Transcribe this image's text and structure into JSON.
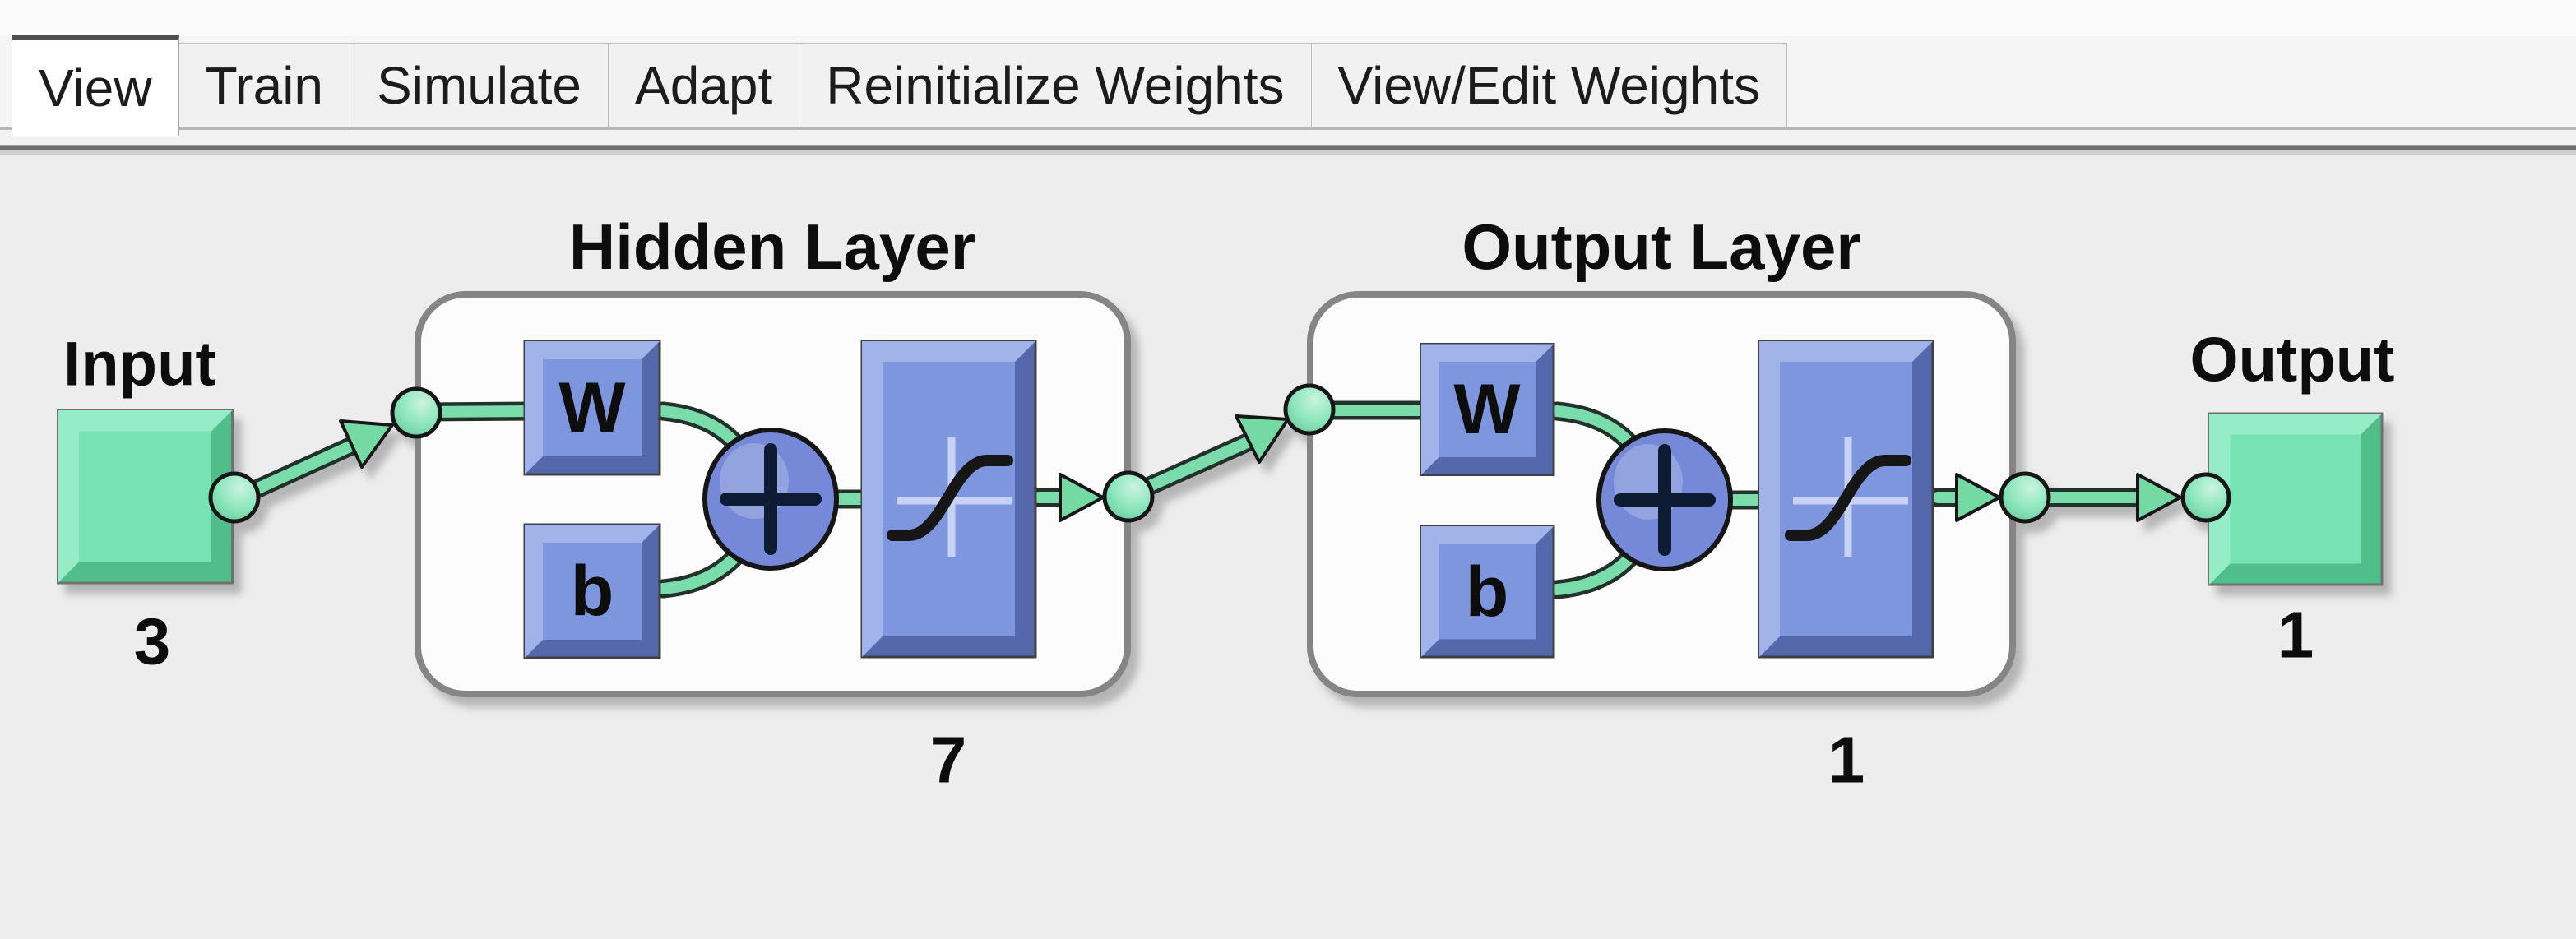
{
  "window": {
    "background": "#ededed"
  },
  "tab_bar": {
    "tabs": [
      {
        "label": "View",
        "active": true
      },
      {
        "label": "Train",
        "active": false
      },
      {
        "label": "Simulate",
        "active": false
      },
      {
        "label": "Adapt",
        "active": false
      },
      {
        "label": "Reinitialize Weights",
        "active": false
      },
      {
        "label": "View/Edit Weights",
        "active": false
      }
    ]
  },
  "diagram": {
    "input": {
      "label": "Input",
      "dimension": "3"
    },
    "output": {
      "label": "Output",
      "dimension": "1"
    },
    "layers": [
      {
        "title": "Hidden Layer",
        "weight": "W",
        "bias": "b",
        "sum": "+",
        "transfer": "sigmoid-curve",
        "neurons": "7"
      },
      {
        "title": "Output Layer",
        "weight": "W",
        "bias": "b",
        "sum": "+",
        "transfer": "sigmoid-curve",
        "neurons": "1"
      }
    ],
    "colors": {
      "node_green": "#77e3b4",
      "connector_green": "#79dcaa",
      "block_blue": "#7e96de",
      "block_blue_light": "#a2b3ea",
      "block_blue_dark": "#5468ac",
      "box_border": "#858585"
    }
  }
}
